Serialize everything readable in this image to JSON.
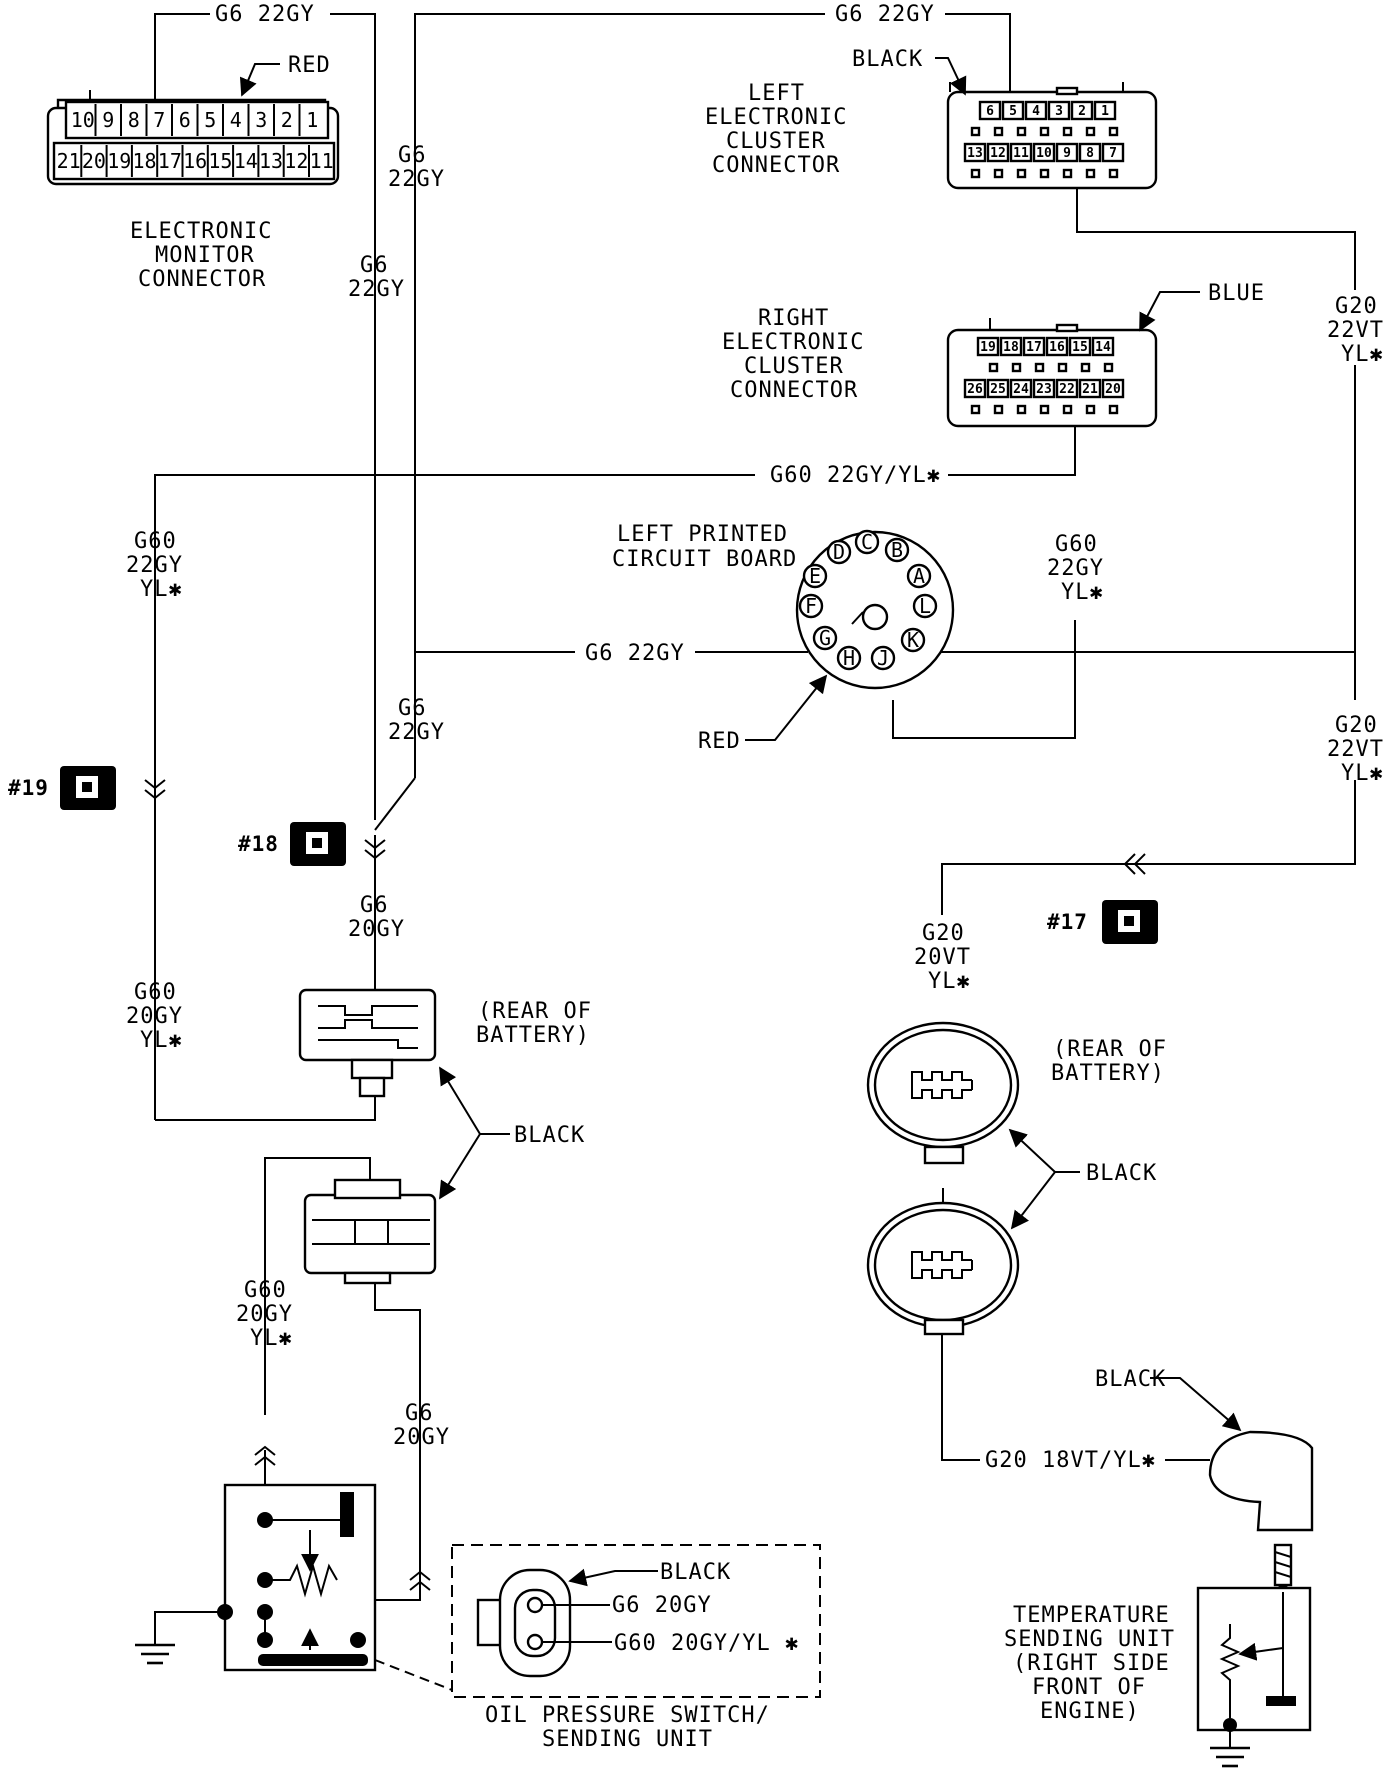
{
  "wires": {
    "top_left": "G6 22GY",
    "top_right": "G6 22GY",
    "g6_22gy": [
      "G6",
      "22GY"
    ],
    "g6_20gy": [
      "G6",
      "20GY"
    ],
    "g60_22gy_yl": [
      "G60",
      "22GY",
      "YL✱"
    ],
    "g60_20gy_yl": [
      "G60",
      "20GY",
      "YL✱"
    ],
    "g60_mid": "G60 22GY/YL✱",
    "g6_mid": "G6 22GY",
    "g20_22vt_yl": [
      "G20",
      "22VT",
      "YL✱"
    ],
    "g20_20vt_yl": [
      "G20",
      "20VT",
      "YL✱"
    ],
    "g20_18": "G20 18VT/YL✱",
    "oil_g6": "G6 20GY",
    "oil_g60": "G60 20GY/YL ✱"
  },
  "connectors": {
    "monitor": {
      "title": [
        "ELECTRONIC",
        "MONITOR",
        "CONNECTOR"
      ],
      "color": "RED",
      "top_pins": [
        "10",
        "9",
        "8",
        "7",
        "6",
        "5",
        "4",
        "3",
        "2",
        "1"
      ],
      "bottom_pins": [
        "21",
        "20",
        "19",
        "18",
        "17",
        "16",
        "15",
        "14",
        "13",
        "12",
        "11"
      ]
    },
    "left_cluster": {
      "title": [
        "LEFT",
        "ELECTRONIC",
        "CLUSTER",
        "CONNECTOR"
      ],
      "color": "BLACK",
      "top_pins": [
        "6",
        "5",
        "4",
        "3",
        "2",
        "1"
      ],
      "bottom_pins": [
        "13",
        "12",
        "11",
        "10",
        "9",
        "8",
        "7"
      ]
    },
    "right_cluster": {
      "title": [
        "RIGHT",
        "ELECTRONIC",
        "CLUSTER",
        "CONNECTOR"
      ],
      "color": "BLUE",
      "top_pins": [
        "19",
        "18",
        "17",
        "16",
        "15",
        "14"
      ],
      "bottom_pins": [
        "26",
        "25",
        "24",
        "23",
        "22",
        "21",
        "20"
      ]
    },
    "pcb": {
      "title": [
        "LEFT PRINTED",
        "CIRCUIT BOARD"
      ],
      "color": "RED",
      "pins": [
        "D",
        "C",
        "B",
        "E",
        "A",
        "F",
        "L",
        "G",
        "H",
        "J",
        "K"
      ]
    }
  },
  "splices": {
    "s19": "#19",
    "s18": "#18",
    "s17": "#17"
  },
  "labels": {
    "rear_battery": [
      "(REAR OF",
      "BATTERY)"
    ],
    "black": "BLACK",
    "oil_unit": [
      "OIL PRESSURE SWITCH/",
      "SENDING UNIT"
    ],
    "temp_unit": [
      "TEMPERATURE",
      "SENDING UNIT",
      "(RIGHT SIDE",
      "FRONT OF",
      "ENGINE)"
    ]
  }
}
